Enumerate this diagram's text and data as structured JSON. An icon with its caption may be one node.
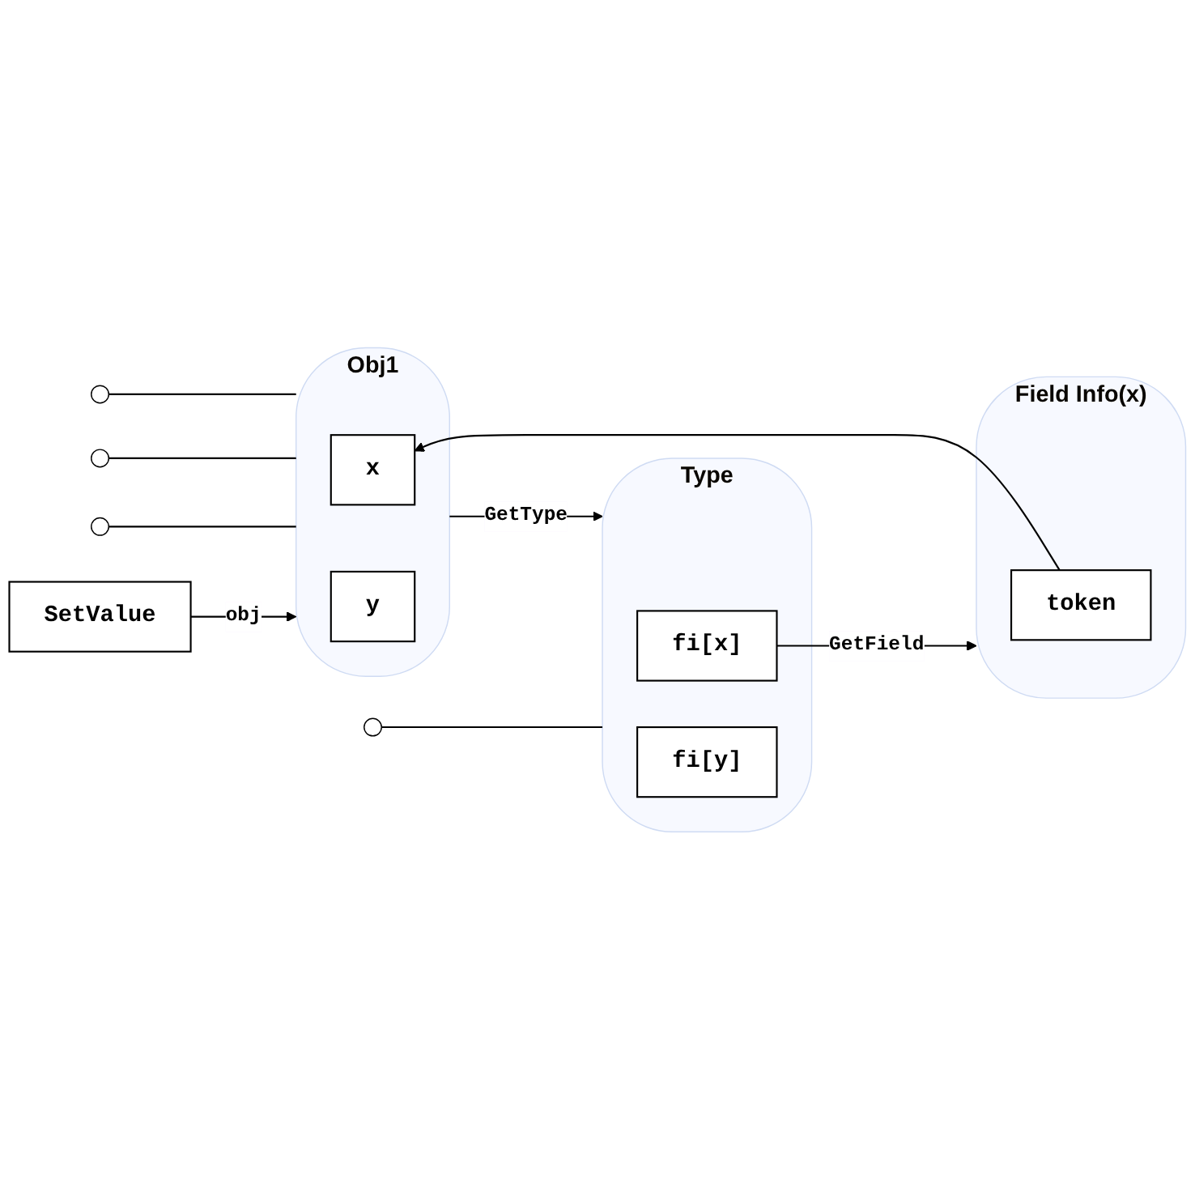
{
  "diagram": {
    "nodes": [
      {
        "text": [
          "SetValue"
        ]
      },
      {
        "text": [
          "Field Info(x)"
        ]
      },
      {
        "text": [
          "token"
        ],
        "in": 1
      },
      {
        "text": [
          "Obj1"
        ]
      },
      {
        "text": [
          "x"
        ],
        "in": 3
      },
      {
        "text": [
          "y"
        ],
        "in": 3
      },
      {
        "text": [
          "Type"
        ]
      },
      {
        "text": [
          "fi[x]"
        ],
        "in": 6
      },
      {
        "text": [
          "fi[y]"
        ],
        "in": 6
      },
      {
        "text": [],
        "shape": "circle"
      },
      {
        "text": [],
        "shape": "circle"
      },
      {
        "text": [],
        "shape": "circle"
      },
      {
        "text": [],
        "shape": "circle"
      }
    ],
    "edges": [
      {
        "from": 0,
        "to": 3,
        "arrow": "to",
        "label": "obj"
      },
      {
        "from": 2,
        "to": 4,
        "arrow": "to"
      },
      {
        "from": 3,
        "to": 6,
        "arrow": "to",
        "label": "GetType"
      },
      {
        "from": 7,
        "to": 1,
        "arrow": "to",
        "label": "GetField"
      },
      {
        "from": 9,
        "to": 3,
        "arrow": "none"
      },
      {
        "from": 10,
        "to": 3,
        "arrow": "none"
      },
      {
        "from": 11,
        "to": 3,
        "arrow": "none"
      },
      {
        "from": 12,
        "to": 6,
        "arrow": "none"
      }
    ]
  }
}
